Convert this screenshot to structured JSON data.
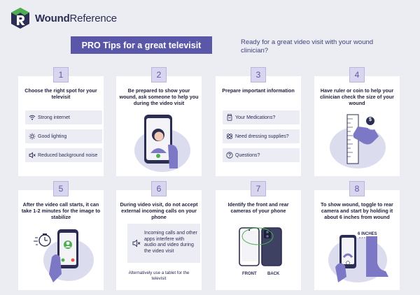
{
  "brand": {
    "name_bold": "Wound",
    "name_regular": "Reference"
  },
  "banner": "PRO Tips for a great televisit",
  "tagline": "Ready for a great video visit with your wound clinician?",
  "cards": [
    {
      "num": "1",
      "title": "Choose the right spot for your televisit",
      "items": [
        "Strong internet",
        "Good lighting",
        "Reduced background noise"
      ]
    },
    {
      "num": "2",
      "title": "Be prepared to show your wound, ask someone to help you during the video visit"
    },
    {
      "num": "3",
      "title": "Prepare important information",
      "items": [
        "Your Medications?",
        "Need dressing supplies?",
        "Questions?"
      ]
    },
    {
      "num": "4",
      "title": "Have ruler or coin to help your clinician check the size of your wound",
      "coin": "$"
    },
    {
      "num": "5",
      "title": "After the video call starts, it can take 1-2 minutes for the image to stabilize"
    },
    {
      "num": "6",
      "title": "During video visit, do not accept external incoming calls on your phone",
      "info": "Incoming calls and other apps interfere with audio and video during the video visit",
      "note": "Alternatively use a tablet for the televisit"
    },
    {
      "num": "7",
      "title": "Identify the front and rear cameras of your phone",
      "front": "FRONT",
      "back": "BACK"
    },
    {
      "num": "8",
      "title": "To show wound, toggle to rear camera and start by holding it about 6 inches from wound",
      "distance": "6 INCHES"
    }
  ],
  "colors": {
    "accent": "#5b57a8",
    "light_accent": "#d7d6ee",
    "blob": "#dcdcef",
    "dark": "#2b2d52",
    "green": "#4caf50",
    "red": "#e2574c"
  }
}
